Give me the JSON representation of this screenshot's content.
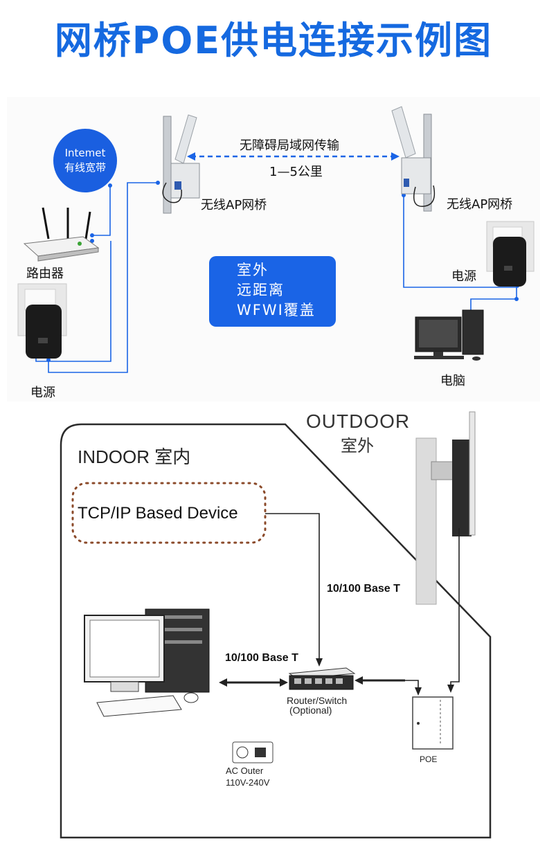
{
  "title": "网桥POE供电连接示例图",
  "top_section": {
    "internet_bubble": {
      "line1": "Intemet",
      "line2": "有线宽带"
    },
    "link_label": "无障碍局域网传输",
    "distance_label": "1—5公里",
    "ap_left_label": "无线AP网桥",
    "ap_right_label": "无线AP网桥",
    "router_label": "路由器",
    "power_left_label": "电源",
    "power_right_label": "电源",
    "computer_label": "电脑",
    "info_box": {
      "line1": "室外",
      "line2": "远距离",
      "line3": "WFWI覆盖"
    }
  },
  "bottom_section": {
    "indoor_label": "INDOOR 室内",
    "outdoor_label_en": "OUTDOOR",
    "outdoor_label_cn": "室外",
    "device_box_label": "TCP/IP Based Device",
    "base_t_vertical": "10/100 Base T",
    "base_t_horizontal": "10/100 Base T",
    "router_switch_label_1": "Router/Switch",
    "router_switch_label_2": "(Optional)",
    "poe_label": "POE",
    "ac_label_1": "AC Outer",
    "ac_label_2": "110V-240V"
  },
  "colors": {
    "title_blue": "#1569e0",
    "line_blue": "#1a64e6",
    "box_blue": "#1a64e6"
  }
}
